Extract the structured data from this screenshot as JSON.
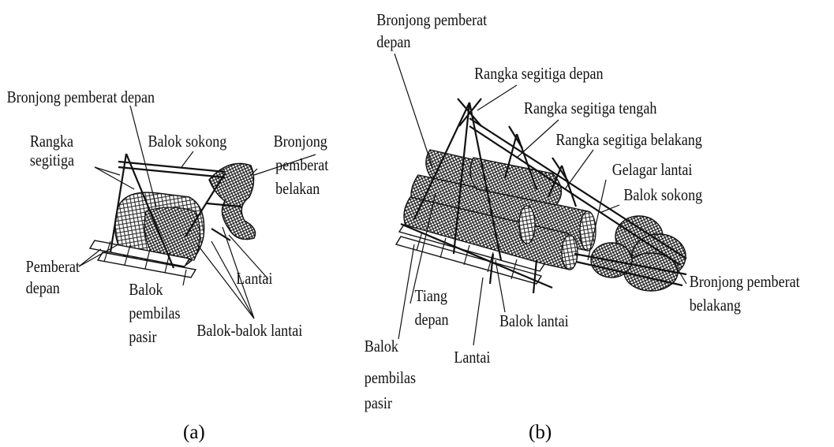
{
  "diagram_a": {
    "caption": "(a)",
    "labels": {
      "bronjong_depan": "Bronjong pemberat depan",
      "rangka_1": "Rangka",
      "rangka_2": "segitiga",
      "balok_sokong": "Balok sokong",
      "bronjong_belakan_1": "Bronjong",
      "bronjong_belakan_2": "pemberat",
      "bronjong_belakan_3": "belakan",
      "pemberat_depan_1": "Pemberat",
      "pemberat_depan_2": "depan",
      "balok_pembilas_1": "Balok",
      "balok_pembilas_2": "pembilas",
      "balok_pembilas_3": "pasir",
      "lantai": "Lantai",
      "balok_balok_lantai": "Balok-balok lantai"
    }
  },
  "diagram_b": {
    "caption": "(b)",
    "labels": {
      "bronjong_depan_1": "Bronjong pemberat",
      "bronjong_depan_2": "depan",
      "rangka_depan": "Rangka segitiga depan",
      "rangka_tengah": "Rangka segitiga tengah",
      "rangka_belakang": "Rangka segitiga belakang",
      "gelagar_lantai": "Gelagar lantai",
      "balok_sokong": "Balok sokong",
      "bronjong_belakang_1": "Bronjong pemberat",
      "bronjong_belakang_2": "belakang",
      "tiang_depan_1": "Tiang",
      "tiang_depan_2": "depan",
      "balok_lantai": "Balok lantai",
      "lantai": "Lantai",
      "balok_pembilas_1": "Balok",
      "balok_pembilas_2": "pembilas",
      "balok_pembilas_3": "pasir"
    }
  },
  "colors": {
    "ink": "#111111",
    "background": "#ffffff"
  }
}
